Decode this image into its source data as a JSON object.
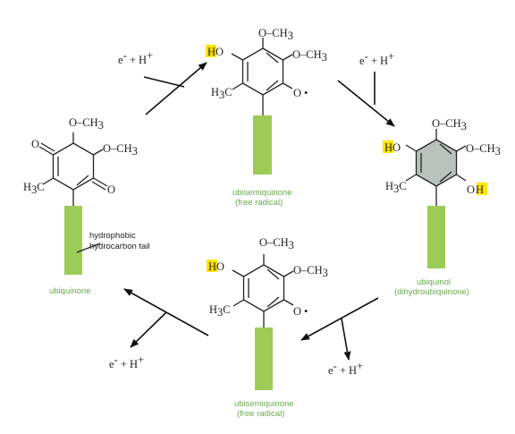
{
  "colors": {
    "tail": "#9ccc56",
    "caption": "#6aa84f",
    "highlight": "#ffe600",
    "reduced_ring": "#b9c2bd"
  },
  "atoms": {
    "O": "O",
    "H": "H",
    "HO": "HO",
    "OH": "OH",
    "CH": "CH",
    "sub3": "3",
    "H3C_H": "H",
    "H3C_C": "C",
    "methoxy_prefix": "O–",
    "dash_methoxy": "–CH",
    "radical_dot": "•"
  },
  "electron_label": {
    "e": "e",
    "minus": "-",
    "plus": " + H",
    "plus_sup": "+"
  },
  "molecules": {
    "ubiquinone": {
      "caption": "ubiquinone"
    },
    "semiquinone_top": {
      "caption_1": "ubisemiquinone",
      "caption_2": "(free radical)"
    },
    "ubiquinol": {
      "caption_1": "ubiquinol",
      "caption_2": "(dihydroubiquinone)"
    },
    "semiquinone_bottom": {
      "caption_1": "ubisemiquinone",
      "caption_2": "(free radical)"
    }
  },
  "tail_label": {
    "line_1": "hydrophobic",
    "line_2": "hydrocarbon tail"
  }
}
